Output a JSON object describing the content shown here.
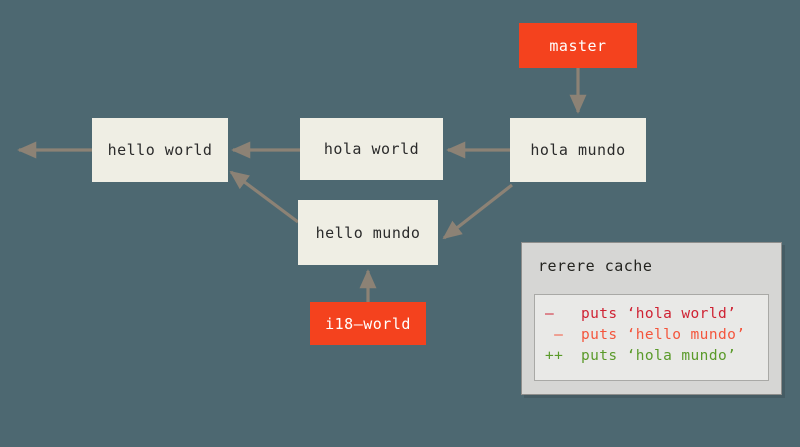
{
  "diagram": {
    "title": "git rerere cache commit graph",
    "background_color": "#4d6871",
    "commit_fill": "#efeee4",
    "ref_fill": "#f4421e",
    "edge_color": "#8c8275"
  },
  "nodes": [
    {
      "id": "hello-world",
      "label": "hello world",
      "type": "commit"
    },
    {
      "id": "hola-world",
      "label": "hola world",
      "type": "commit"
    },
    {
      "id": "hola-mundo",
      "label": "hola mundo",
      "type": "commit"
    },
    {
      "id": "hello-mundo",
      "label": "hello mundo",
      "type": "commit"
    },
    {
      "id": "master",
      "label": "master",
      "type": "ref"
    },
    {
      "id": "i18-world",
      "label": "i18–world",
      "type": "ref"
    }
  ],
  "rerere": {
    "title": "rerere cache",
    "lines": [
      {
        "marker": "–",
        "text": "puts ‘hola world’",
        "kind": "deletion-ours"
      },
      {
        "marker": " –",
        "text": "puts ‘hello mundo’",
        "kind": "deletion-theirs"
      },
      {
        "marker": "++",
        "text": "puts ‘hola mundo’",
        "kind": "addition"
      }
    ],
    "colors": {
      "deletion_ours": "#cf2233",
      "deletion_theirs": "#f4553c",
      "addition": "#5a9a2a"
    }
  }
}
